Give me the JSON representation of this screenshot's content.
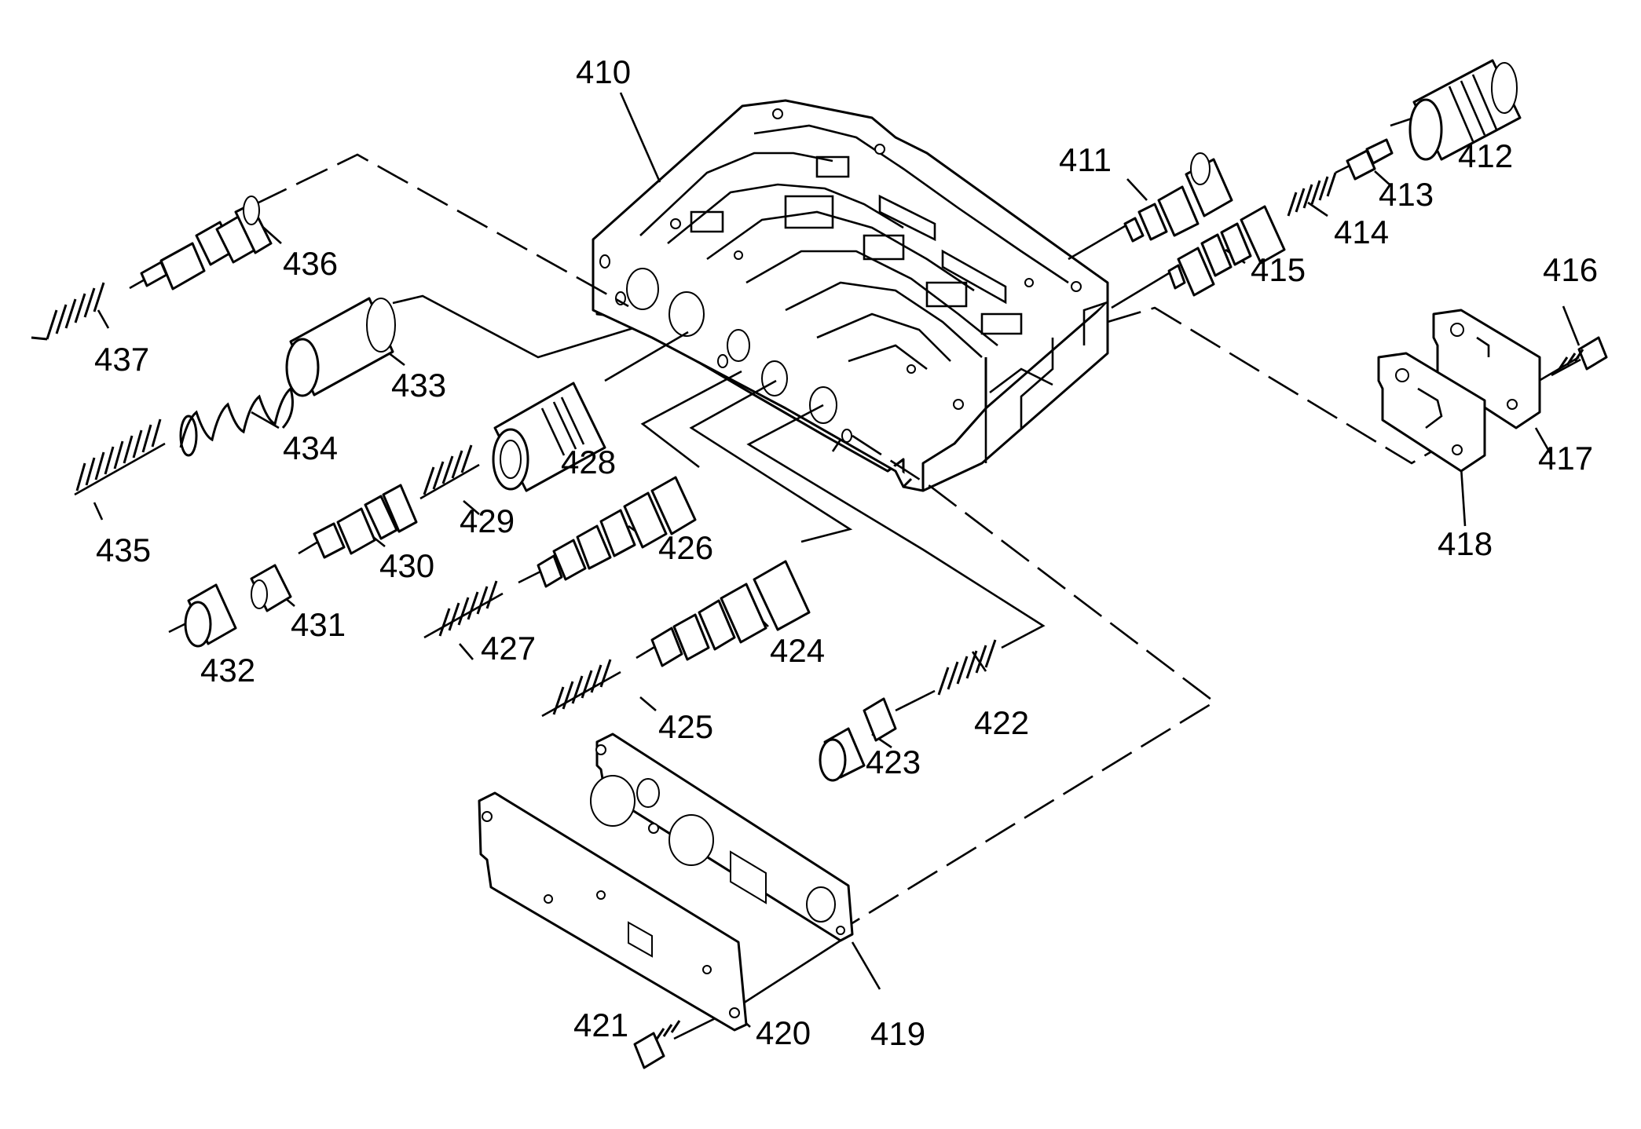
{
  "labels": {
    "p410": "410",
    "p411": "411",
    "p412": "412",
    "p413": "413",
    "p414": "414",
    "p415": "415",
    "p416": "416",
    "p417": "417",
    "p418": "418",
    "p419": "419",
    "p420": "420",
    "p421": "421",
    "p422": "422",
    "p423": "423",
    "p424": "424",
    "p425": "425",
    "p426": "426",
    "p427": "427",
    "p428": "428",
    "p429": "429",
    "p430": "430",
    "p431": "431",
    "p432": "432",
    "p433": "433",
    "p434": "434",
    "p435": "435",
    "p436": "436",
    "p437": "437"
  },
  "colors": {
    "ink": "#000000",
    "paper": "#ffffff"
  }
}
